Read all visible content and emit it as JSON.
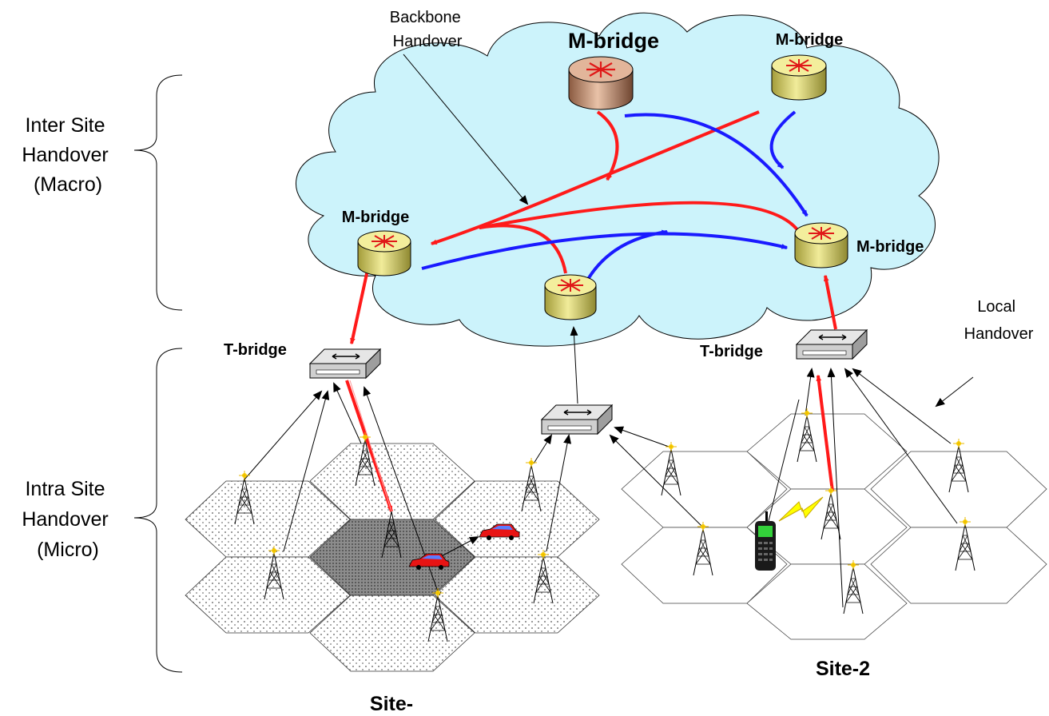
{
  "labels": {
    "inter_site": [
      "Inter Site",
      "Handover",
      "(Macro)"
    ],
    "intra_site": [
      "Intra Site",
      "Handover",
      "(Micro)"
    ],
    "backbone": [
      "Backbone",
      "Handover"
    ],
    "local": [
      "Local",
      "Handover"
    ],
    "m_bridge": "M-bridge",
    "t_bridge": "T-bridge",
    "site1": "Site-",
    "site2": "Site-2"
  },
  "colors": {
    "cloud_fill": "#ccf3fb",
    "red_path": "#ff1a1a",
    "blue_path": "#1a1aff",
    "router_top": "#f3ee9c",
    "router_top_brown": "#e2b59a",
    "router_body": "#d5cf6e",
    "router_body_brown": "#b9876a",
    "active_cell": "#8c8c8c",
    "car": "#e81414",
    "phone_screen": "#33d13a"
  },
  "icons": [
    "router-icon",
    "switch-icon",
    "antenna-tower-icon",
    "car-icon",
    "mobile-phone-icon",
    "lightning-icon"
  ]
}
